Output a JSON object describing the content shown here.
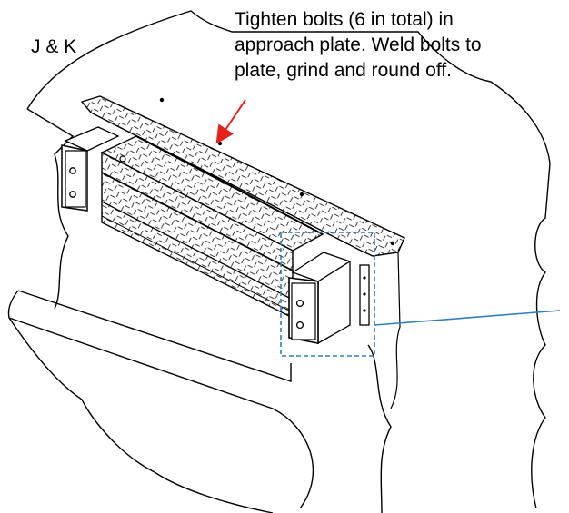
{
  "section_label": "J & K",
  "instruction": {
    "lines": [
      "Tighten bolts (6 in total) in",
      "approach plate. Weld bolts to",
      "plate, grind and round off."
    ]
  },
  "colors": {
    "line": "#000000",
    "arrow": "#e8201a",
    "detail_box": "#2f7fc0",
    "leader": "#2f7fc0",
    "background": "#ffffff"
  },
  "icons": {
    "arrow": "red-arrow-icon",
    "detail": "detail-callout-box"
  }
}
